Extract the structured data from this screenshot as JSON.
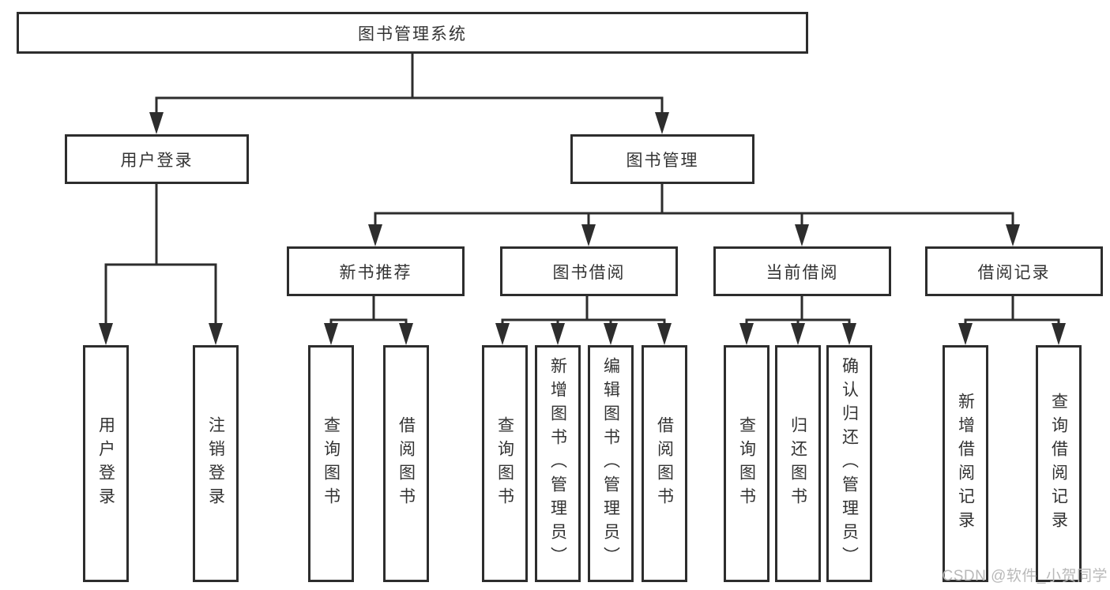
{
  "tree": {
    "root": "图书管理系统",
    "children": [
      {
        "label": "用户登录",
        "children": [
          {
            "label": "用户登录"
          },
          {
            "label": "注销登录"
          }
        ]
      },
      {
        "label": "图书管理",
        "children": [
          {
            "label": "新书推荐",
            "children": [
              {
                "label": "查询图书"
              },
              {
                "label": "借阅图书"
              }
            ]
          },
          {
            "label": "图书借阅",
            "children": [
              {
                "label": "查询图书"
              },
              {
                "label": "新增图书（管理员）"
              },
              {
                "label": "编辑图书（管理员）"
              },
              {
                "label": "借阅图书"
              }
            ]
          },
          {
            "label": "当前借阅",
            "children": [
              {
                "label": "查询图书"
              },
              {
                "label": "归还图书"
              },
              {
                "label": "确认归还（管理员）"
              }
            ]
          },
          {
            "label": "借阅记录",
            "children": [
              {
                "label": "新增借阅记录"
              },
              {
                "label": "查询借阅记录"
              }
            ]
          }
        ]
      }
    ]
  },
  "watermark": "CSDN @软件_小贺同学",
  "colors": {
    "line": "#2d2d2d",
    "box_border": "#2d2d2d",
    "text": "#333333",
    "background": "#ffffff",
    "watermark": "#b9b9b9"
  }
}
